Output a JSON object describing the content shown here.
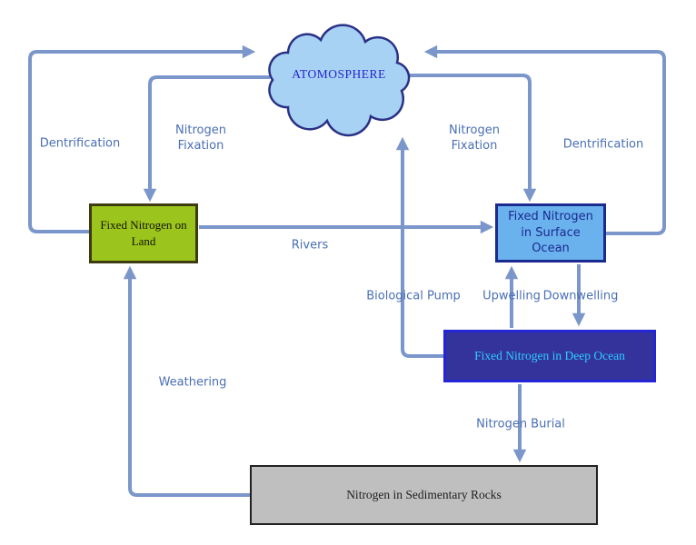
{
  "nodes": {
    "atmosphere": {
      "label": "ATOMOSPHERE",
      "fill": "#A8D2F4",
      "border": "#2A3186",
      "text_color": "#2525CE"
    },
    "land": {
      "label": "Fixed Nitrogen on Land",
      "fill": "#9BC41C",
      "border": "#3E3B10",
      "text_color": "#141400"
    },
    "surface_ocean": {
      "label": "Fixed Nitrogen in Surface Ocean",
      "fill": "#6AB2ED",
      "border": "#1B2A8F",
      "text_color": "#1B2A8F"
    },
    "deep_ocean": {
      "label": "Fixed Nitrogen in Deep Ocean",
      "fill": "#33339B",
      "border": "#2525D6",
      "text_color": "#2FCCFF"
    },
    "sedimentary_rocks": {
      "label": "Nitrogen in Sedimentary Rocks",
      "fill": "#BFBFBF",
      "border": "#212121",
      "text_color": "#1F1F1F"
    }
  },
  "edges": [
    {
      "from": "land",
      "to": "atmosphere",
      "label": "Dentrification"
    },
    {
      "from": "atmosphere",
      "to": "land",
      "label": "Nitrogen Fixation"
    },
    {
      "from": "land",
      "to": "surface_ocean",
      "label": "Rivers"
    },
    {
      "from": "atmosphere",
      "to": "surface_ocean",
      "label": "Nitrogen Fixation"
    },
    {
      "from": "surface_ocean",
      "to": "atmosphere",
      "label": "Dentrification"
    },
    {
      "from": "deep_ocean",
      "to": "atmosphere",
      "label": "Biological Pump"
    },
    {
      "from": "deep_ocean",
      "to": "surface_ocean",
      "label": "Upwelling"
    },
    {
      "from": "surface_ocean",
      "to": "deep_ocean",
      "label": "Downwelling"
    },
    {
      "from": "deep_ocean",
      "to": "sedimentary_rocks",
      "label": "Nitrogen Burial"
    },
    {
      "from": "sedimentary_rocks",
      "to": "land",
      "label": "Weathering"
    }
  ],
  "style": {
    "arrow_color": "#7B96CA",
    "edge_label_color": "#4A6FB5",
    "background": "#FFFFFF"
  }
}
